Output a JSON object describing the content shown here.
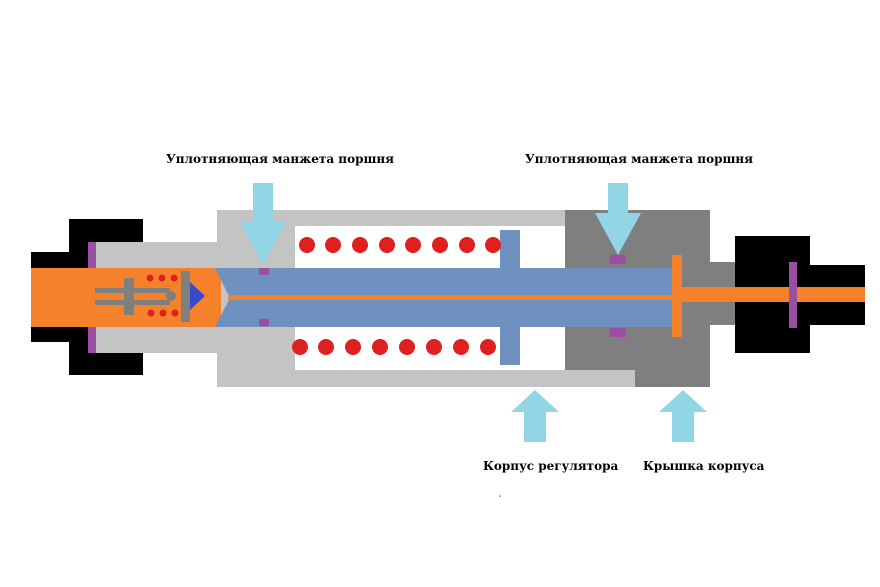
{
  "labels": {
    "seal_left": "Уплотняющая манжета поршня",
    "seal_right": "Уплотняющая манжета поршня",
    "regulator_body": "Корпус регулятора",
    "body_cover": "Крышка корпуса"
  },
  "colors": {
    "fluid": "#f5822a",
    "piston": "#6f91bf",
    "body": "#c4c4c4",
    "cover": "#7f7f7f",
    "fitting": "#000000",
    "seal": "#9b4fa3",
    "spring": "#e02020",
    "arrow": "#92d5e6",
    "valve": "#3a49c9"
  }
}
